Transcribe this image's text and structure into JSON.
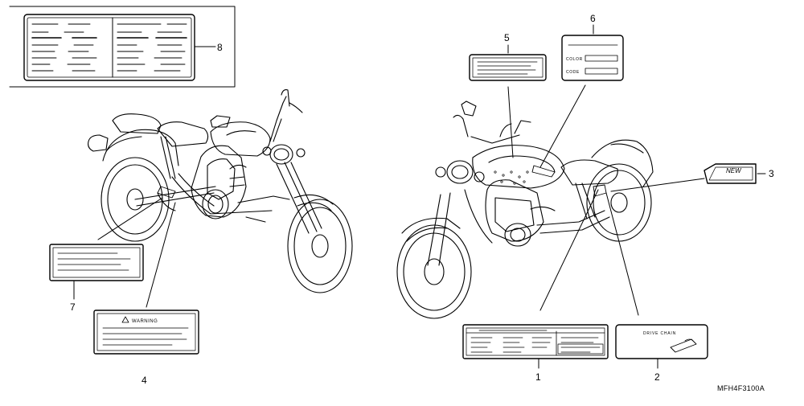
{
  "diagram": {
    "code": "MFH4F3100A",
    "callouts": [
      {
        "num": "1"
      },
      {
        "num": "2"
      },
      {
        "num": "3"
      },
      {
        "num": "4"
      },
      {
        "num": "5"
      },
      {
        "num": "6"
      },
      {
        "num": "7"
      },
      {
        "num": "8"
      }
    ],
    "label_texts": {
      "warning": "WARNING",
      "new": "NEW",
      "color": "COLOR",
      "code": "CODE",
      "drive_chain": "DRIVE CHAIN"
    }
  }
}
